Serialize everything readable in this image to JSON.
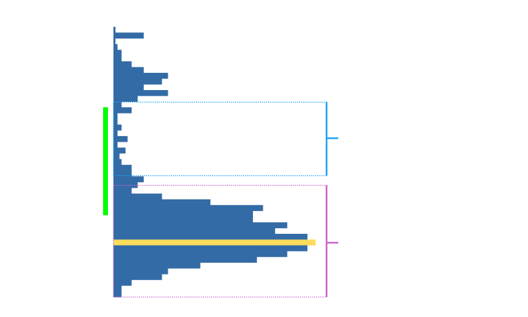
{
  "chart_data": {
    "type": "bar",
    "orientation": "horizontal",
    "title": "",
    "xlabel": "",
    "ylabel": "",
    "grid": false,
    "legend": "none",
    "values": [
      1,
      15,
      1,
      2,
      4,
      4,
      9,
      15,
      27,
      24,
      15,
      27,
      12,
      4,
      9,
      2,
      2,
      4,
      2,
      7,
      2,
      6,
      3,
      4,
      9,
      9,
      15,
      12,
      9,
      24,
      48,
      74,
      69,
      69,
      86,
      80,
      96,
      100,
      96,
      86,
      71,
      43,
      27,
      24,
      9,
      4,
      4
    ],
    "point_of_control_index": 37,
    "colors": {
      "bar": "#336ba6",
      "point_of_control": "#fddc5c",
      "upper_range": "#1fa5f5",
      "lower_range": "#cc66cc",
      "marker": "#00ff00"
    }
  }
}
